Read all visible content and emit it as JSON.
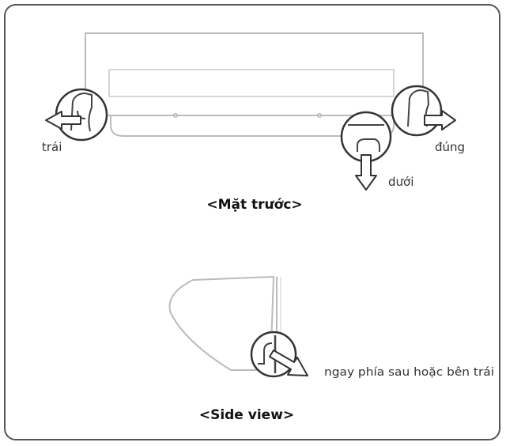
{
  "diagram": {
    "front_caption": "<Mặt trước>",
    "side_caption": "<Side view>",
    "labels": {
      "left": "trái",
      "right": "đúng",
      "bottom": "dưới",
      "rear": "ngay phía sau hoặc bên trái"
    }
  },
  "icons": [
    "arrow-left-icon",
    "arrow-right-icon",
    "arrow-down-icon",
    "arrow-rear-icon"
  ],
  "colors": {
    "line": "#555555",
    "light_line": "#bbbbbb",
    "arrow_fill": "#ffffff",
    "text": "#333333"
  }
}
